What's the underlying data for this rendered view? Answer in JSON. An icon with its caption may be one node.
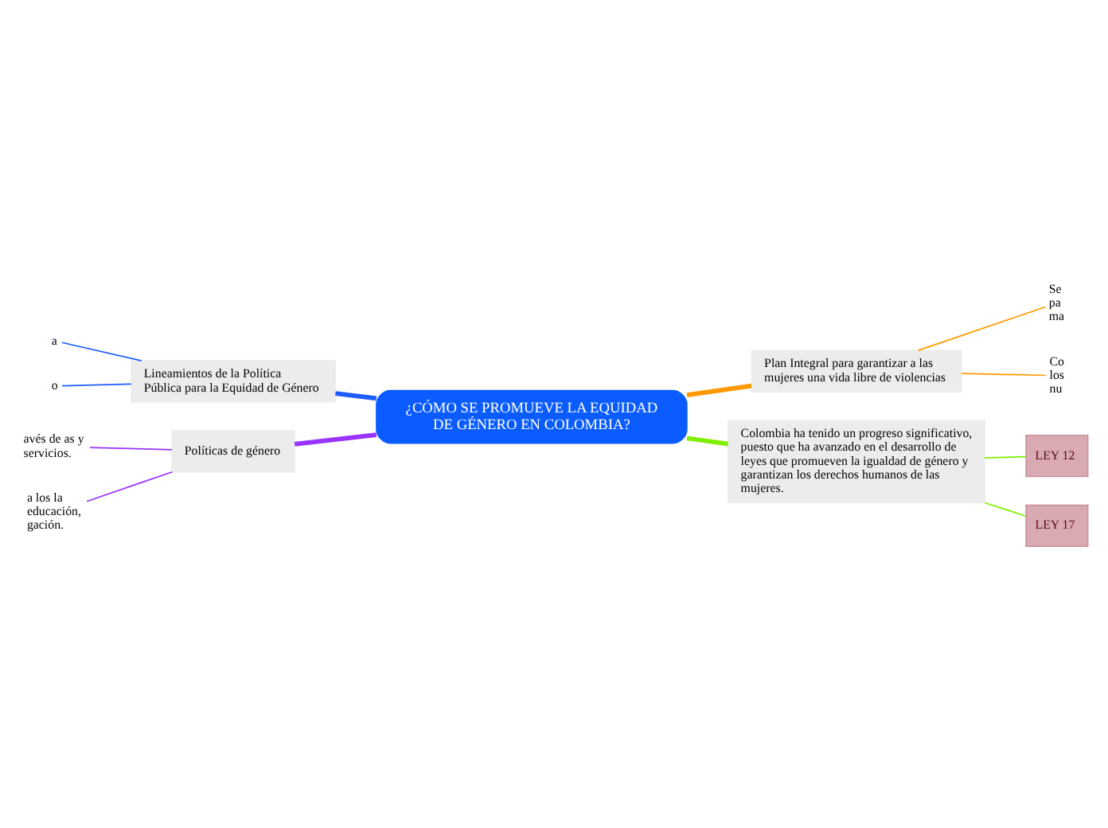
{
  "diagram": {
    "nodes": [
      {
        "text": [
          "¿CÓMO SE PROMUEVE LA EQUIDAD DE GÉNERO EN COLOMBIA?"
        ]
      },
      {
        "text": [
          "Lineamientos de la Política Pública para la Equidad de Género"
        ]
      },
      {
        "text": [
          "a"
        ]
      },
      {
        "text": [
          "o"
        ]
      },
      {
        "text": [
          "Plan Integral para garantizar a las mujeres una vida libre de violencias"
        ]
      },
      {
        "text": [
          "Se pa ma"
        ]
      },
      {
        "text": [
          "Co los nu"
        ]
      },
      {
        "text": [
          "Políticas de género"
        ]
      },
      {
        "text": [
          "avés de as y servicios."
        ]
      },
      {
        "text": [
          "a los la educación, gación."
        ]
      },
      {
        "text": [
          "Colombia ha tenido un progreso significativo, puesto que ha avanzado en el desarrollo de leyes que promueven la igualdad de género y garantizan los derechos humanos de las mujeres."
        ]
      },
      {
        "text": [
          "LEY 12"
        ]
      },
      {
        "text": [
          "LEY 17"
        ]
      }
    ],
    "edges": [
      {
        "from": 0,
        "to": 1,
        "arrow": "none",
        "style": "thick",
        "color": "#1f5cff"
      },
      {
        "from": 1,
        "to": 2,
        "arrow": "none",
        "color": "#1f5cff"
      },
      {
        "from": 1,
        "to": 3,
        "arrow": "none",
        "color": "#1f5cff"
      },
      {
        "from": 0,
        "to": 4,
        "arrow": "none",
        "style": "thick",
        "color": "#ff9900"
      },
      {
        "from": 4,
        "to": 5,
        "arrow": "none",
        "color": "#ff9900"
      },
      {
        "from": 4,
        "to": 6,
        "arrow": "none",
        "color": "#ff9900"
      },
      {
        "from": 0,
        "to": 7,
        "arrow": "none",
        "style": "thick",
        "color": "#9933ff"
      },
      {
        "from": 7,
        "to": 8,
        "arrow": "none",
        "color": "#9933ff"
      },
      {
        "from": 7,
        "to": 9,
        "arrow": "none",
        "color": "#9933ff"
      },
      {
        "from": 0,
        "to": 10,
        "arrow": "none",
        "style": "thick",
        "color": "#80ee00"
      },
      {
        "from": 10,
        "to": 11,
        "arrow": "none",
        "color": "#80ee00"
      },
      {
        "from": 10,
        "to": 12,
        "arrow": "none",
        "color": "#80ee00"
      }
    ]
  }
}
